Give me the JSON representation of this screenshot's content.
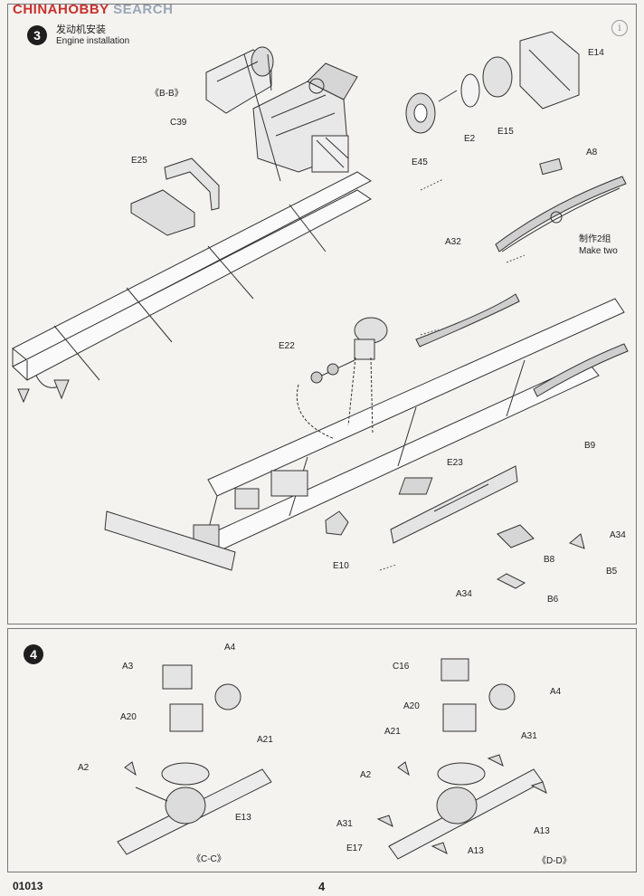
{
  "watermark": {
    "part1": "CHINA",
    "part2": "HOBBY",
    "part3": " SEARCH"
  },
  "step3": {
    "number": "3",
    "title_cn": "发动机安装",
    "title_en": "Engine installation",
    "labels": {
      "bb": "《B-B》",
      "c39": "C39",
      "e25": "E25",
      "e14": "E14",
      "e15": "E15",
      "e2": "E2",
      "e45": "E45",
      "a8": "A8",
      "a32": "A32",
      "make_two_cn": "制作2组",
      "make_two_en": "Make two",
      "e22": "E22",
      "b9": "B9",
      "e23": "E23",
      "a34_right": "A34",
      "b8": "B8",
      "b5": "B5",
      "a34_bottom": "A34",
      "b6": "B6",
      "e10": "E10"
    }
  },
  "step4": {
    "number": "4",
    "labels": {
      "a4_left": "A4",
      "a3": "A3",
      "a20_left": "A20",
      "a21_left": "A21",
      "a2_left": "A2",
      "e13": "E13",
      "cc": "《C-C》",
      "c16": "C16",
      "a4_right": "A4",
      "a20_right": "A20",
      "a21_right": "A21",
      "a31_top": "A31",
      "a2_right": "A2",
      "a13_right": "A13",
      "a31_left": "A31",
      "e17": "E17",
      "a13_bottom": "A13",
      "dd": "《D-D》"
    }
  },
  "footer": {
    "code": "01013",
    "page": "4"
  }
}
